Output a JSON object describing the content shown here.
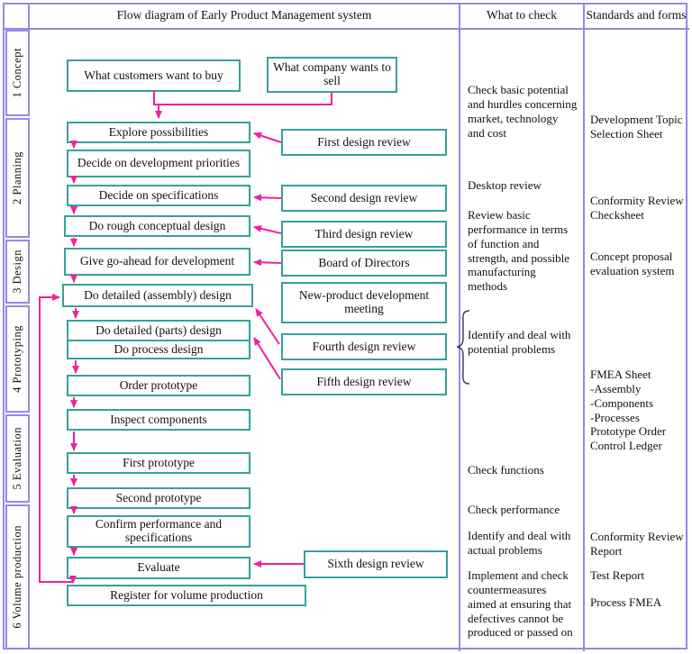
{
  "header": {
    "flow_title": "Flow diagram of Early Product Management system",
    "check_title": "What to check",
    "standards_title": "Standards and forms"
  },
  "lanes": [
    "1 Concept",
    "2 Planning",
    "3 Design",
    "4 Prototyping",
    "5 Evaluation",
    "6 Volume production"
  ],
  "flow_boxes": {
    "customers": "What customers want to buy",
    "company": "What company wants to sell",
    "explore": "Explore possibilities",
    "priorities": "Decide on development priorities",
    "specs": "Decide on specifications",
    "rough": "Do rough conceptual design",
    "goahead": "Give go-ahead for development",
    "assembly": "Do detailed (assembly) design",
    "parts": "Do detailed (parts) design",
    "process": "Do process design",
    "order": "Order prototype",
    "inspect": "Inspect components",
    "first_proto": "First prototype",
    "second_proto": "Second prototype",
    "confirm": "Confirm performance and specifications",
    "evaluate": "Evaluate",
    "register": "Register for volume production"
  },
  "review_boxes": {
    "first": "First design review",
    "second": "Second design review",
    "third": "Third design review",
    "board": "Board of Directors",
    "npd": "New-product development meeting",
    "fourth": "Fourth design review",
    "fifth": "Fifth design review",
    "sixth": "Sixth design review"
  },
  "check_notes": [
    "Check basic potential and hurdles concerning market, technology and cost",
    "Desktop review",
    "Review basic performance in terms of function and strength, and possible manufacturing methods",
    "Identify and deal with potential problems",
    "Check functions",
    "Check performance",
    "Identify and deal with actual problems",
    "Implement and check countermeasures aimed at ensuring that defectives cannot be produced or passed on"
  ],
  "standards_notes": [
    "Development Topic Selection Sheet",
    "Conformity Review Checksheet",
    "Concept proposal evaluation system",
    "FMEA Sheet\n-Assembly\n-Components\n-Processes\nPrototype Order\nControl Ledger",
    "Conformity Review Report",
    "Test Report",
    "Process FMEA"
  ],
  "colors": {
    "grid_border": "#9a86ea",
    "box_border": "#35a19c",
    "arrow": "#f2219b",
    "text": "#111111"
  }
}
